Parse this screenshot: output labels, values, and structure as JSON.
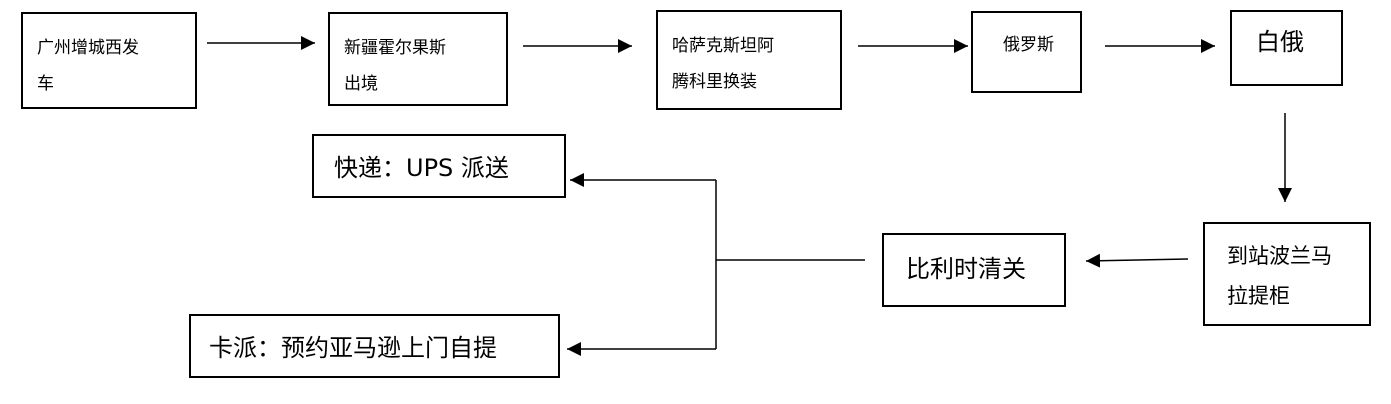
{
  "nodes": {
    "guangzhou": "广州增城西发\n车",
    "xinjiang": "新疆霍尔果斯\n出境",
    "kazakhstan": "哈萨克斯坦阿\n腾科里换装",
    "russia": "俄罗斯",
    "belarus": "白俄",
    "poland": "到站波兰马\n拉提柜",
    "belgium": "比利时清关",
    "express": "快递：UPS 派送",
    "truck": "卡派：预约亚马逊上门自提"
  }
}
